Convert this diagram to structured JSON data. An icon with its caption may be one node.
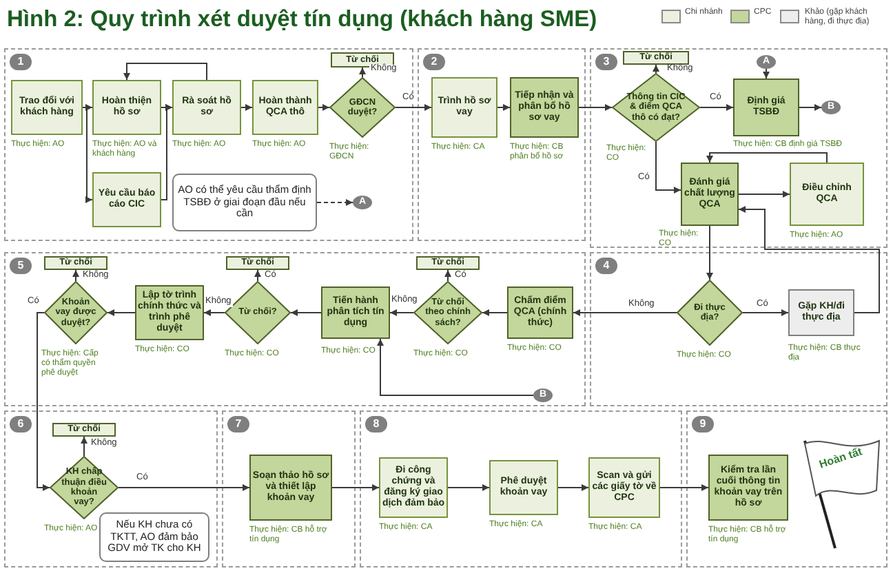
{
  "diagram": {
    "title": "Hình 2: Quy trình xét duyệt tín dụng (khách hàng SME)",
    "nodes": [
      {
        "text": [
          "1"
        ]
      },
      {
        "text": [
          "Trao đổi với khách hàng"
        ],
        "in": 0,
        "beside": [
          "Thực hiện: AO"
        ]
      },
      {
        "text": [
          "Hoàn thiện hồ sơ"
        ],
        "in": 0,
        "beside": [
          "Thực hiện: AO và khách hàng"
        ]
      },
      {
        "text": [
          "Rà soát hồ sơ"
        ],
        "in": 0,
        "beside": [
          "Thực hiện: AO"
        ]
      },
      {
        "text": [
          "Hoàn thành QCA thô"
        ],
        "in": 0,
        "beside": [
          "Thực hiện: AO"
        ]
      },
      {
        "text": [
          "Từ chối"
        ],
        "in": 0
      },
      {
        "text": [
          "GĐCN duyệt?"
        ],
        "in": 0,
        "beside": [
          "Thực hiện: GĐCN"
        ]
      },
      {
        "text": [
          "Yêu cầu báo cáo CIC"
        ],
        "in": 0
      },
      {
        "text": [
          "AO có thể yêu cầu thẩm định TSBĐ ở giai đoạn đầu nếu cần"
        ],
        "in": 0
      },
      {
        "text": [
          "A"
        ],
        "in": 0
      },
      {
        "text": [
          "2"
        ]
      },
      {
        "text": [
          "Trình hồ sơ vay"
        ],
        "in": 10,
        "beside": [
          "Thực hiện: CA"
        ]
      },
      {
        "text": [
          "Tiếp nhận và phân bổ hồ sơ vay"
        ],
        "in": 10,
        "beside": [
          "Thực hiện: CB phân bổ hồ sơ"
        ]
      },
      {
        "text": [
          "3"
        ]
      },
      {
        "text": [
          "Từ chối"
        ],
        "in": 13
      },
      {
        "text": [
          "Thông tin CIC & điểm QCA thô có đạt?"
        ],
        "in": 13,
        "beside": [
          "Thực hiện: CO"
        ]
      },
      {
        "text": [
          "A"
        ],
        "in": 13
      },
      {
        "text": [
          "Định giá TSBĐ"
        ],
        "in": 13,
        "beside": [
          "Thực hiện: CB định giá TSBĐ"
        ]
      },
      {
        "text": [
          "B"
        ],
        "in": 13
      },
      {
        "text": [
          "Đánh giá chất lượng QCA"
        ],
        "in": 13,
        "beside": [
          "Thực hiện: CO"
        ]
      },
      {
        "text": [
          "Điều chỉnh QCA"
        ],
        "in": 13,
        "beside": [
          "Thực hiện: AO"
        ]
      },
      {
        "text": [
          "5"
        ]
      },
      {
        "text": [
          "Từ chối"
        ],
        "in": 21
      },
      {
        "text": [
          "Từ chối"
        ],
        "in": 21
      },
      {
        "text": [
          "Từ chối"
        ],
        "in": 21
      },
      {
        "text": [
          "Khoản vay được duyệt?"
        ],
        "in": 21,
        "beside": [
          "Thực hiện: Cấp có thẩm quyền phê duyệt"
        ]
      },
      {
        "text": [
          "Lập tờ trình chính thức và trình phê duyệt"
        ],
        "in": 21,
        "beside": [
          "Thực hiện: CO"
        ]
      },
      {
        "text": [
          "Từ chối?"
        ],
        "in": 21,
        "beside": [
          "Thực hiện: CO"
        ]
      },
      {
        "text": [
          "Tiến hành phân tích tín dụng"
        ],
        "in": 21,
        "beside": [
          "Thực hiện: CO"
        ]
      },
      {
        "text": [
          "Từ chối theo chính sách?"
        ],
        "in": 21,
        "beside": [
          "Thực hiện: CO"
        ]
      },
      {
        "text": [
          "Chấm điểm QCA (chính thức)"
        ],
        "in": 21,
        "beside": [
          "Thực hiện: CO"
        ]
      },
      {
        "text": [
          "B"
        ],
        "in": 21
      },
      {
        "text": [
          "4"
        ]
      },
      {
        "text": [
          "Đi thực địa?"
        ],
        "in": 32,
        "beside": [
          "Thực hiện: CO"
        ]
      },
      {
        "text": [
          "Gặp KH/đi thực địa"
        ],
        "in": 32,
        "beside": [
          "Thực hiện: CB thực địa"
        ]
      },
      {
        "text": [
          "6"
        ]
      },
      {
        "text": [
          "Từ chối"
        ],
        "in": 35
      },
      {
        "text": [
          "KH chấp thuận điều khoản vay?"
        ],
        "in": 35,
        "beside": [
          "Thực hiện: AO"
        ]
      },
      {
        "text": [
          "Nếu KH chưa có TKTT, AO đảm bảo GDV mở TK cho KH"
        ],
        "in": 35
      },
      {
        "text": [
          "7"
        ]
      },
      {
        "text": [
          "Soạn thảo hồ sơ và thiết lập khoản vay"
        ],
        "in": 39,
        "beside": [
          "Thực hiện: CB hỗ trợ tín dụng"
        ]
      },
      {
        "text": [
          "8"
        ]
      },
      {
        "text": [
          "Đi công chứng và đăng ký giao dịch đảm bảo"
        ],
        "in": 41,
        "beside": [
          "Thực hiện: CA"
        ]
      },
      {
        "text": [
          "Phê duyệt khoản vay"
        ],
        "in": 41,
        "beside": [
          "Thực hiện: CA"
        ]
      },
      {
        "text": [
          "Scan và gửi các giấy tờ về CPC"
        ],
        "in": 41,
        "beside": [
          "Thực hiện: CA"
        ]
      },
      {
        "text": [
          "9"
        ]
      },
      {
        "text": [
          "Kiểm tra lần cuối thông tin khoản vay trên hồ sơ"
        ],
        "in": 45,
        "beside": [
          "Thực hiện: CB hỗ trợ tín dụng"
        ]
      },
      {
        "text": [
          "Hoàn tất"
        ],
        "in": 45
      }
    ],
    "edges": [
      {
        "from": 1,
        "to": 2,
        "arrow": "to"
      },
      {
        "from": 1,
        "to": 7,
        "arrow": "to"
      },
      {
        "from": 2,
        "to": 3,
        "arrow": "to"
      },
      {
        "from": 7,
        "to": 3,
        "arrow": "to"
      },
      {
        "from": 3,
        "to": 2,
        "arrow": "to"
      },
      {
        "from": 3,
        "to": 4,
        "arrow": "to"
      },
      {
        "from": 4,
        "to": 6,
        "arrow": "to"
      },
      {
        "from": 6,
        "to": 5,
        "arrow": "to",
        "label": "Không"
      },
      {
        "from": 6,
        "to": 11,
        "arrow": "to",
        "label": "Có"
      },
      {
        "from": 8,
        "to": 9,
        "arrow": "to",
        "style": "dashed"
      },
      {
        "from": 11,
        "to": 12,
        "arrow": "to"
      },
      {
        "from": 12,
        "to": 15,
        "arrow": "to"
      },
      {
        "from": 15,
        "to": 14,
        "arrow": "to",
        "label": "Không"
      },
      {
        "from": 15,
        "to": 17,
        "arrow": "to",
        "label": "Có"
      },
      {
        "from": 16,
        "to": 17,
        "arrow": "to"
      },
      {
        "from": 17,
        "to": 18,
        "arrow": "to"
      },
      {
        "from": 15,
        "to": 19,
        "arrow": "to",
        "label": "Có"
      },
      {
        "from": 19,
        "to": 20,
        "arrow": "to"
      },
      {
        "from": 20,
        "to": 19,
        "arrow": "to"
      },
      {
        "from": 19,
        "to": 33,
        "arrow": "to"
      },
      {
        "from": 33,
        "to": 34,
        "arrow": "to",
        "label": "Có"
      },
      {
        "from": 33,
        "to": 30,
        "arrow": "to",
        "label": "Không"
      },
      {
        "from": 34,
        "to": 19,
        "arrow": "to"
      },
      {
        "from": 30,
        "to": 29,
        "arrow": "to"
      },
      {
        "from": 29,
        "to": 24,
        "arrow": "to",
        "label": "Có"
      },
      {
        "from": 29,
        "to": 28,
        "arrow": "to",
        "label": "Không"
      },
      {
        "from": 31,
        "to": 28,
        "arrow": "to"
      },
      {
        "from": 28,
        "to": 27,
        "arrow": "to"
      },
      {
        "from": 27,
        "to": 23,
        "arrow": "to",
        "label": "Có"
      },
      {
        "from": 27,
        "to": 26,
        "arrow": "to",
        "label": "Không"
      },
      {
        "from": 26,
        "to": 25,
        "arrow": "to"
      },
      {
        "from": 25,
        "to": 22,
        "arrow": "to",
        "label": "Không"
      },
      {
        "from": 25,
        "to": 37,
        "arrow": "to",
        "label": "Có"
      },
      {
        "from": 37,
        "to": 36,
        "arrow": "to",
        "label": "Không"
      },
      {
        "from": 37,
        "to": 40,
        "arrow": "to",
        "label": "Có"
      },
      {
        "from": 40,
        "to": 42,
        "arrow": "to"
      },
      {
        "from": 42,
        "to": 43,
        "arrow": "to"
      },
      {
        "from": 43,
        "to": 44,
        "arrow": "to"
      },
      {
        "from": 44,
        "to": 46,
        "arrow": "to"
      }
    ],
    "legend": [
      {
        "text": "Chi nhánh",
        "color": "#ebf1de"
      },
      {
        "text": "CPC",
        "color": "#c3d69b"
      },
      {
        "text": "Khảo (gặp khách hàng, đi thực địa)",
        "color": "#ededed"
      }
    ]
  }
}
